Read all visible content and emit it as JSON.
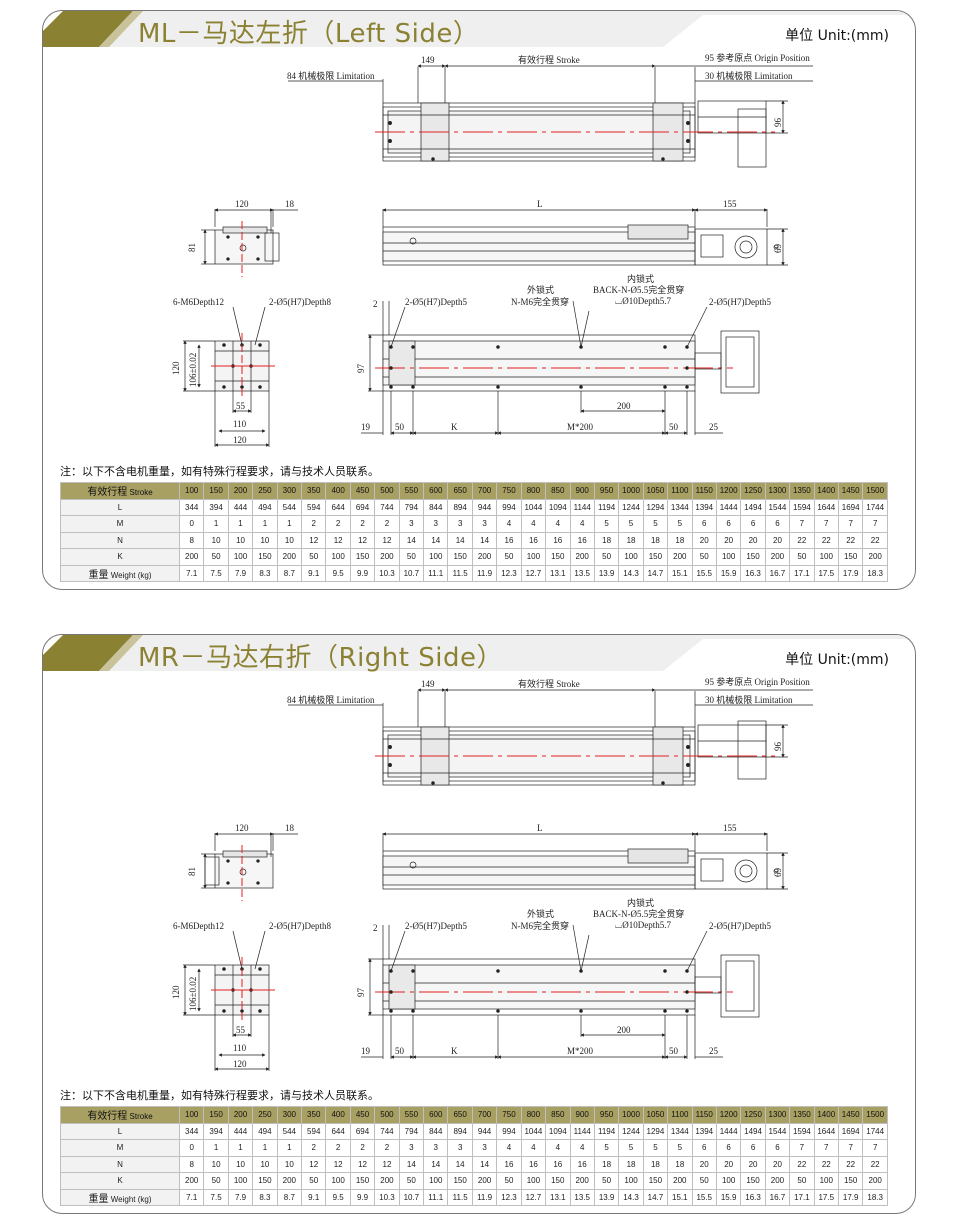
{
  "sections": [
    {
      "title": "ML－马达左折（Left Side）",
      "unit": "单位 Unit:(mm)",
      "motor_side": "left",
      "labels": {
        "mech_limit_84": "84 机械极限 Limitation",
        "dim_149": "149",
        "stroke": "有效行程 Stroke",
        "origin_95": "95 参考原点 Origin Position",
        "mech_limit_30": "30 机械极限 Limitation",
        "dim_96": "96",
        "dim_120": "120",
        "dim_18": "18",
        "dim_81": "81",
        "dim_L": "L",
        "dim_155": "155",
        "dim_69": "69",
        "m6_depth": "6-M6Depth12",
        "pin_depth8": "2-Ø5(H7)Depth8",
        "dim_2": "2",
        "pin_depth5_a": "2-Ø5(H7)Depth5",
        "outer_lock": "外锁式",
        "outer_lock_spec": "N-M6完全贯穿",
        "inner_lock": "内锁式",
        "inner_lock_spec": "BACK-N-Ø5.5完全贯穿",
        "inner_lock_cb": "⌴Ø10Depth5.7",
        "pin_depth5_b": "2-Ø5(H7)Depth5",
        "dim_120_side": "120",
        "dim_106": "106±0.02",
        "dim_97": "97",
        "dim_55": "55",
        "dim_110": "110",
        "dim_120_bottom": "120",
        "dim_200": "200",
        "dim_19": "19",
        "dim_50_a": "50",
        "dim_K": "K",
        "dim_M200": "M*200",
        "dim_50_b": "50",
        "dim_25": "25"
      },
      "note": "注：以下不含电机重量，如有特殊行程要求，请与技术人员联系。"
    },
    {
      "title": "MR－马达右折（Right Side）",
      "unit": "单位 Unit:(mm)",
      "motor_side": "right",
      "labels": {
        "mech_limit_84": "84 机械极限 Limitation",
        "dim_149": "149",
        "stroke": "有效行程 Stroke",
        "origin_95": "95 参考原点 Origin Position",
        "mech_limit_30": "30 机械极限 Limitation",
        "dim_96": "96",
        "dim_120": "120",
        "dim_18": "18",
        "dim_81": "81",
        "dim_L": "L",
        "dim_155": "155",
        "dim_69": "69",
        "m6_depth": "6-M6Depth12",
        "pin_depth8": "2-Ø5(H7)Depth8",
        "dim_2": "2",
        "pin_depth5_a": "2-Ø5(H7)Depth5",
        "outer_lock": "外锁式",
        "outer_lock_spec": "N-M6完全贯穿",
        "inner_lock": "内锁式",
        "inner_lock_spec": "BACK-N-Ø5.5完全贯穿",
        "inner_lock_cb": "⌴Ø10Depth5.7",
        "pin_depth5_b": "2-Ø5(H7)Depth5",
        "dim_120_side": "120",
        "dim_106": "106±0.02",
        "dim_97": "97",
        "dim_55": "55",
        "dim_110": "110",
        "dim_120_bottom": "120",
        "dim_200": "200",
        "dim_19": "19",
        "dim_50_a": "50",
        "dim_K": "K",
        "dim_M200": "M*200",
        "dim_50_b": "50",
        "dim_25": "25"
      },
      "note": "注：以下不含电机重量，如有特殊行程要求，请与技术人员联系。"
    }
  ],
  "table": {
    "rows": [
      {
        "label_cn": "有效行程",
        "label_en": "Stroke",
        "values": [
          "100",
          "150",
          "200",
          "250",
          "300",
          "350",
          "400",
          "450",
          "500",
          "550",
          "600",
          "650",
          "700",
          "750",
          "800",
          "850",
          "900",
          "950",
          "1000",
          "1050",
          "1100",
          "1150",
          "1200",
          "1250",
          "1300",
          "1350",
          "1400",
          "1450",
          "1500"
        ]
      },
      {
        "label_cn": "",
        "label_en": "L",
        "values": [
          "344",
          "394",
          "444",
          "494",
          "544",
          "594",
          "644",
          "694",
          "744",
          "794",
          "844",
          "894",
          "944",
          "994",
          "1044",
          "1094",
          "1144",
          "1194",
          "1244",
          "1294",
          "1344",
          "1394",
          "1444",
          "1494",
          "1544",
          "1594",
          "1644",
          "1694",
          "1744"
        ]
      },
      {
        "label_cn": "",
        "label_en": "M",
        "values": [
          "0",
          "1",
          "1",
          "1",
          "1",
          "2",
          "2",
          "2",
          "2",
          "3",
          "3",
          "3",
          "3",
          "4",
          "4",
          "4",
          "4",
          "5",
          "5",
          "5",
          "5",
          "6",
          "6",
          "6",
          "6",
          "7",
          "7",
          "7",
          "7"
        ]
      },
      {
        "label_cn": "",
        "label_en": "N",
        "values": [
          "8",
          "10",
          "10",
          "10",
          "10",
          "12",
          "12",
          "12",
          "12",
          "14",
          "14",
          "14",
          "14",
          "16",
          "16",
          "16",
          "16",
          "18",
          "18",
          "18",
          "18",
          "20",
          "20",
          "20",
          "20",
          "22",
          "22",
          "22",
          "22"
        ]
      },
      {
        "label_cn": "",
        "label_en": "K",
        "values": [
          "200",
          "50",
          "100",
          "150",
          "200",
          "50",
          "100",
          "150",
          "200",
          "50",
          "100",
          "150",
          "200",
          "50",
          "100",
          "150",
          "200",
          "50",
          "100",
          "150",
          "200",
          "50",
          "100",
          "150",
          "200",
          "50",
          "100",
          "150",
          "200"
        ]
      },
      {
        "label_cn": "重量",
        "label_en": "Weight  (kg)",
        "values": [
          "7.1",
          "7.5",
          "7.9",
          "8.3",
          "8.7",
          "9.1",
          "9.5",
          "9.9",
          "10.3",
          "10.7",
          "11.1",
          "11.5",
          "11.9",
          "12.3",
          "12.7",
          "13.1",
          "13.5",
          "13.9",
          "14.3",
          "14.7",
          "15.1",
          "15.5",
          "15.9",
          "16.3",
          "16.7",
          "17.1",
          "17.5",
          "17.9",
          "18.3"
        ]
      }
    ]
  },
  "colors": {
    "accent": "#a89f63",
    "title": "#8b8133",
    "center_line": "#e02020"
  }
}
